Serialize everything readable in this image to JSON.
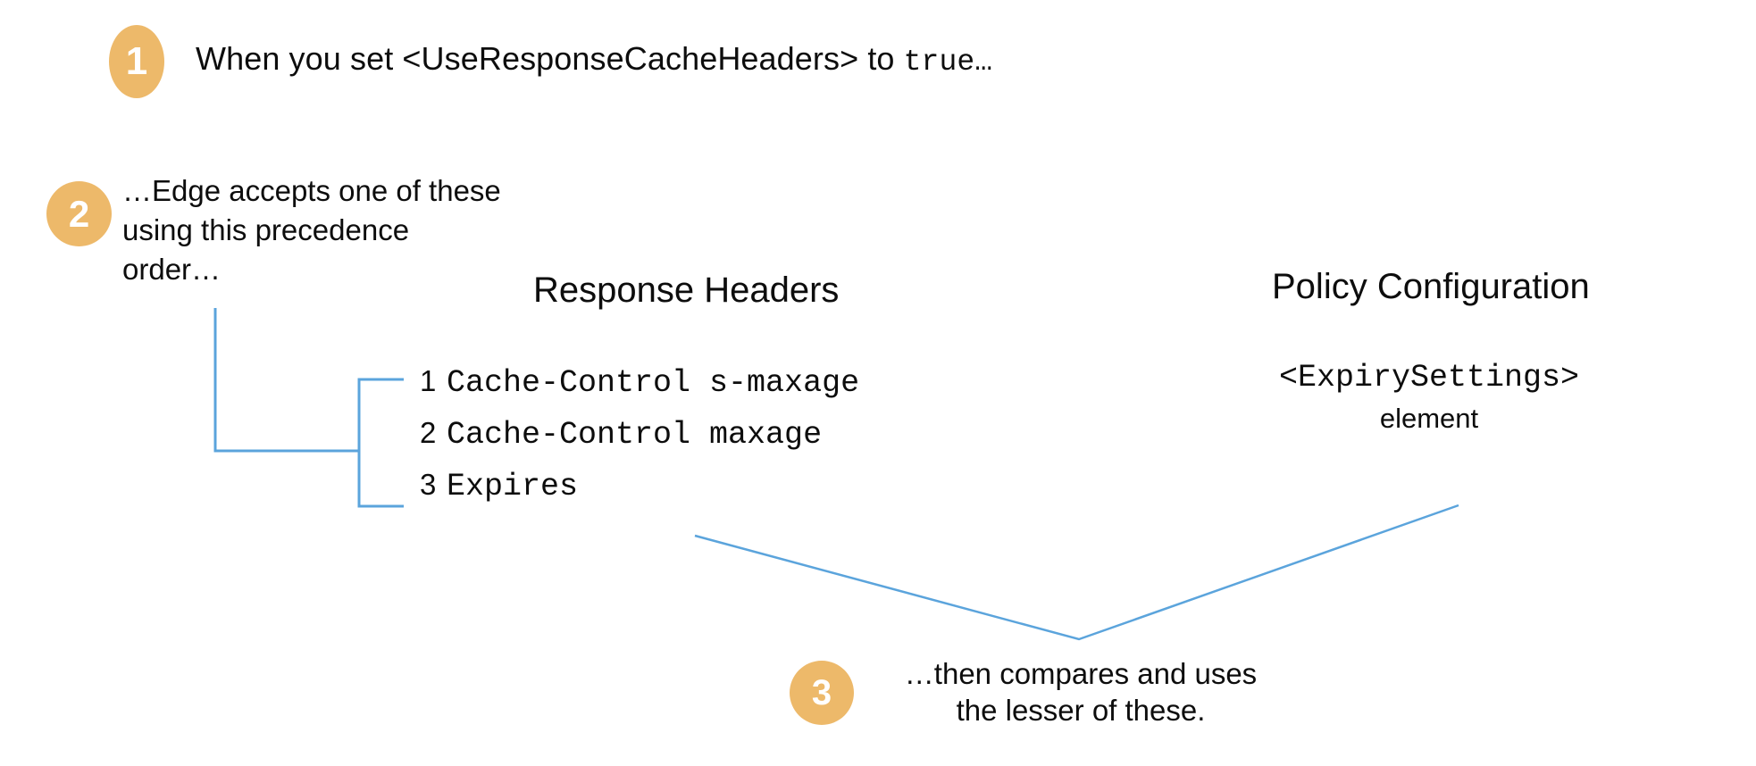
{
  "diagram": {
    "title_note": "Edge response cache header precedence",
    "accent_color": "#edb96a",
    "connector_color": "#5ba4dc",
    "text_color": "#0d0d0d",
    "background": "#ffffff"
  },
  "steps": [
    {
      "number": "1",
      "text_plain": "When you set <UseResponseCacheHeaders> to true…",
      "lead": "When you set <UseResponseCacheHeaders> to ",
      "code": "true…"
    },
    {
      "number": "2",
      "text_plain": "…Edge accepts one of these using this precedence order…",
      "lines": [
        "…Edge accepts one of these",
        "using this precedence",
        "order…"
      ]
    },
    {
      "number": "3",
      "text_plain": "…then compares and uses the lesser of these.",
      "lines": [
        "…then compares and uses",
        "the lesser of these."
      ]
    }
  ],
  "columns": {
    "response_headers": {
      "title": "Response Headers",
      "items": [
        {
          "rank": "1",
          "value": "Cache-Control s-maxage"
        },
        {
          "rank": "2",
          "value": "Cache-Control maxage"
        },
        {
          "rank": "3",
          "value": "Expires"
        }
      ]
    },
    "policy_configuration": {
      "title": "Policy Configuration",
      "element_tag": "<ExpirySettings>",
      "element_word": "element"
    }
  }
}
